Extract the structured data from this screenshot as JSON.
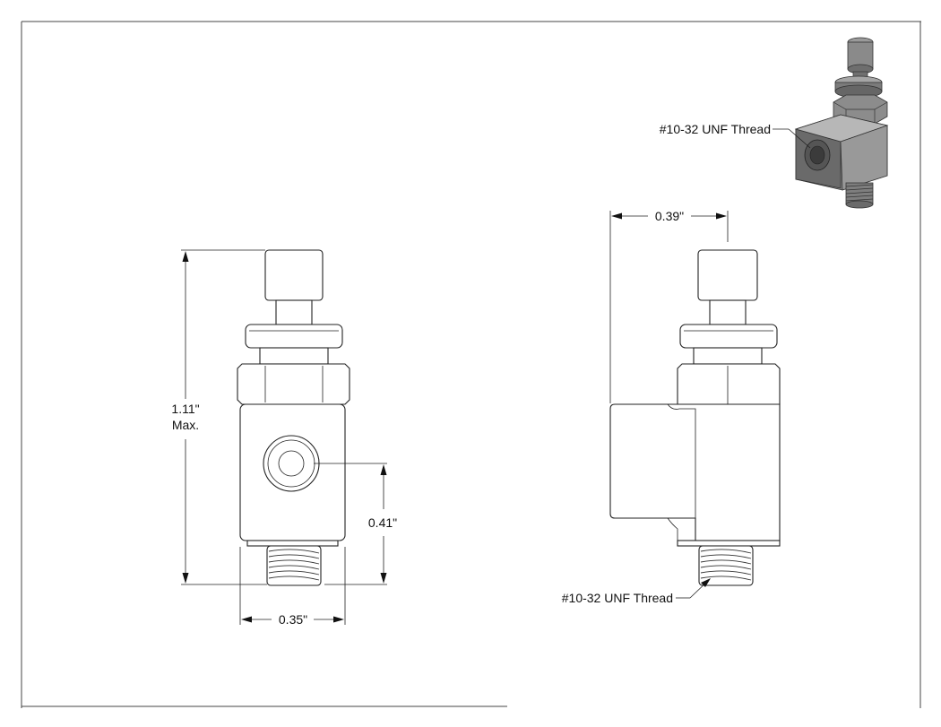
{
  "drawing": {
    "dimensions": {
      "overall_height": "1.11\"",
      "overall_height_note": "Max.",
      "port_height": "0.41\"",
      "body_width": "0.35\"",
      "side_width": "0.39\""
    },
    "callouts": {
      "thread_iso": "#10-32 UNF Thread",
      "thread_side": "#10-32 UNF Thread"
    }
  }
}
